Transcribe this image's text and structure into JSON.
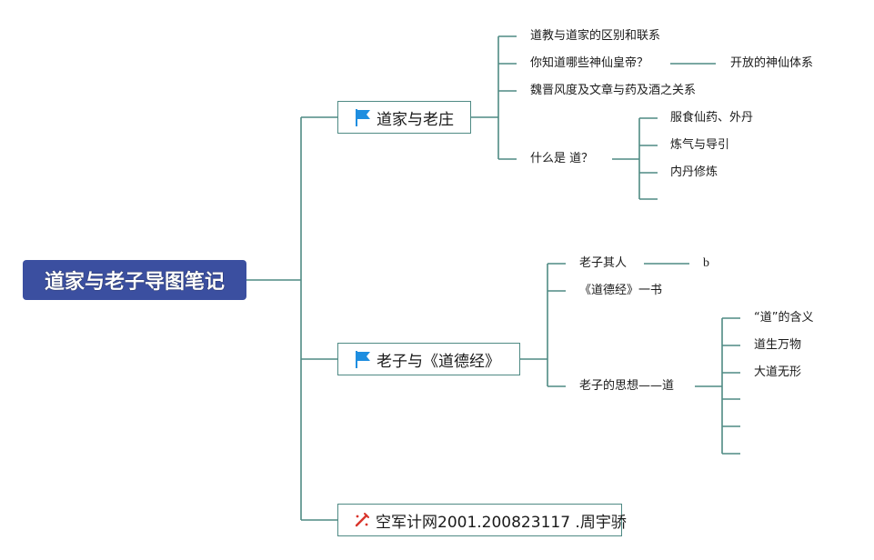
{
  "root": {
    "title": "道家与老子导图笔记"
  },
  "branches": [
    {
      "label": "道家与老庄",
      "icon": "flag-icon",
      "children": [
        {
          "label": "道教与道家的区别和联系"
        },
        {
          "label": "你知道哪些神仙皇帝？",
          "child": "开放的神仙体系"
        },
        {
          "label": "魏晋风度及文章与药及酒之关系"
        },
        {
          "label": "什么是 道？",
          "children": [
            "服食仙药、外丹",
            "炼气与导引",
            "内丹修炼",
            ""
          ]
        }
      ]
    },
    {
      "label": "老子与《道德经》",
      "icon": "flag-icon",
      "children": [
        {
          "label": "老子其人",
          "child": "b"
        },
        {
          "label": "《道德经》一书"
        },
        {
          "label": "老子的思想——道",
          "children": [
            "“道”的含义",
            "道生万物",
            "大道无形",
            "",
            "",
            ""
          ]
        }
      ]
    },
    {
      "label": "空军计网2001.200823117 .周宇骄",
      "icon": "pen-icon"
    }
  ],
  "colors": {
    "root_fill": "#3b4fa0",
    "connector": "#4f8a84",
    "flag": "#1e8ee0",
    "pen": "#d9342b"
  }
}
